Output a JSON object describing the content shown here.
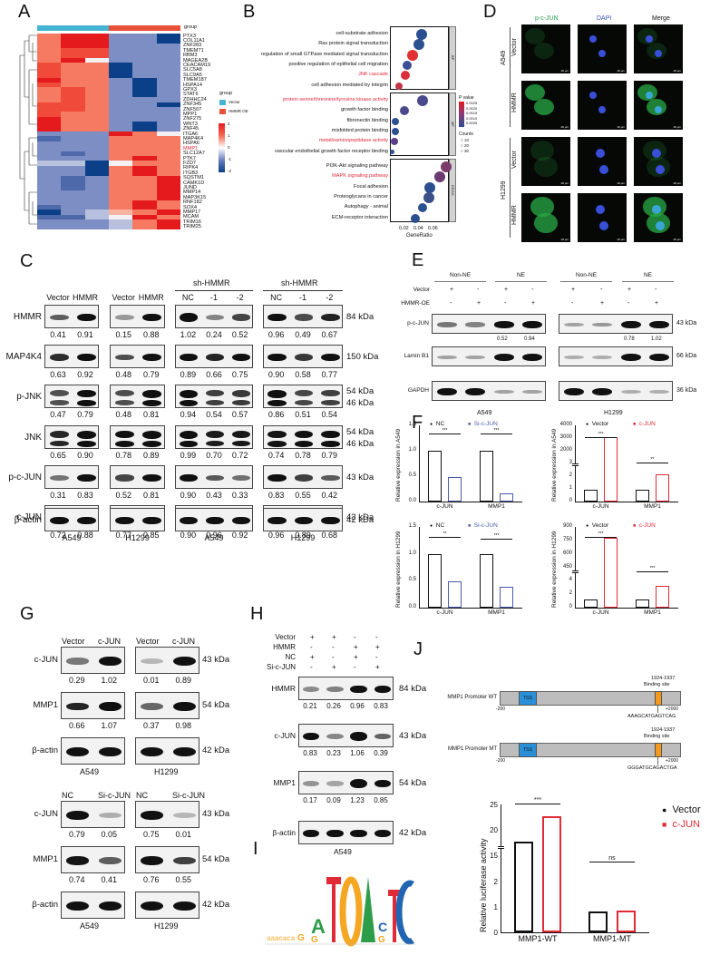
{
  "figure": {
    "panel_labels": [
      "A",
      "B",
      "C",
      "D",
      "E",
      "F",
      "G",
      "H",
      "I",
      "J"
    ]
  },
  "panelA": {
    "group_label": "group",
    "legend_title": "group",
    "legend_items": [
      {
        "label": "Vector",
        "color": "#45b4d3"
      },
      {
        "label": "HMMR OE",
        "color": "#e8503a"
      }
    ],
    "scale_ticks": [
      "2",
      "1",
      "0",
      "-1",
      "-2"
    ],
    "genes": [
      "PTX3",
      "COL11A1",
      "ZNF283",
      "TMEM71",
      "RBM3",
      "MAGEA2B",
      "CEACAM19",
      "SLC5A8",
      "SLC9A5",
      "TMEM187",
      "HSPA14",
      "GPX3",
      "STAT6",
      "ZDHHC24",
      "ZNF345",
      "ZNF507",
      "MPP1",
      "ZNF275",
      "WNT3",
      "ZNF45",
      "ITGA6",
      "MAP4K4",
      "HSPA6",
      "MMP1",
      "SLC12A7",
      "PTK7",
      "FZD7",
      "RIPK4",
      "ITGB3",
      "SQSTM1",
      "CAMK1D",
      "JUND",
      "MMP14",
      "MAP3K15",
      "RNF182",
      "SOX4",
      "MMP17",
      "MCAM",
      "TRIM16",
      "TRIM25"
    ],
    "highlight_gene": "MMP1"
  },
  "panelB": {
    "xlabel": "GeneRatio",
    "x_ticks": [
      "0.02",
      "0.04",
      "0.06"
    ],
    "facets": [
      "BP",
      "MF",
      "KEGG"
    ],
    "terms": [
      {
        "label": "cell-substrate adhesion",
        "facet": "BP",
        "x": 0.044,
        "size": 3,
        "color": "#2b4f8f",
        "red": false
      },
      {
        "label": "Ras protein signal transduction",
        "facet": "BP",
        "x": 0.04,
        "size": 3,
        "color": "#2b4f8f",
        "red": false
      },
      {
        "label": "regulation of small GTPase mediated signal transduction",
        "facet": "BP",
        "x": 0.03,
        "size": 3,
        "color": "#e23035",
        "red": false
      },
      {
        "label": "positive regulation of epithelial cell migration",
        "facet": "BP",
        "x": 0.023,
        "size": 2,
        "color": "#3a4e96",
        "red": false
      },
      {
        "label": "JNK cascade",
        "facet": "BP",
        "x": 0.02,
        "size": 2,
        "color": "#d92e3c",
        "red": true
      },
      {
        "label": "cell adhesion mediated by integrin",
        "facet": "BP",
        "x": 0.011,
        "size": 1,
        "color": "#c43645",
        "red": false
      },
      {
        "label": "protein serine/threonine/tyrosine kinase activity",
        "facet": "MF",
        "x": 0.045,
        "size": 3,
        "color": "#4a4a8c",
        "red": true
      },
      {
        "label": "growth factor binding",
        "facet": "MF",
        "x": 0.019,
        "size": 2,
        "color": "#4a4a8c",
        "red": false
      },
      {
        "label": "fibronectin binding",
        "facet": "MF",
        "x": 0.005,
        "size": 1,
        "color": "#2b4f8f",
        "red": false
      },
      {
        "label": "misfolded protein binding",
        "facet": "MF",
        "x": 0.005,
        "size": 1,
        "color": "#2b4f8f",
        "red": false
      },
      {
        "label": "metalloaminopeptidase activity",
        "facet": "MF",
        "x": 0.004,
        "size": 1,
        "color": "#5a3e8a",
        "red": true
      },
      {
        "label": "vascular endothelial growth factor receptor binding",
        "facet": "MF",
        "x": 0.001,
        "size": 0,
        "color": "#2b4f8f",
        "red": false
      },
      {
        "label": "PI3K-Akt signaling pathway",
        "facet": "KEGG",
        "x": 0.079,
        "size": 3,
        "color": "#7a3a6c",
        "red": false
      },
      {
        "label": "MAPK signaling pathway",
        "facet": "KEGG",
        "x": 0.07,
        "size": 3,
        "color": "#6a3a70",
        "red": true
      },
      {
        "label": "Focal adhesion",
        "facet": "KEGG",
        "x": 0.056,
        "size": 3,
        "color": "#2b4f8f",
        "red": false
      },
      {
        "label": "Proteoglycans in cancer",
        "facet": "KEGG",
        "x": 0.054,
        "size": 3,
        "color": "#3a4e88",
        "red": false
      },
      {
        "label": "Autophagy - animal",
        "facet": "KEGG",
        "x": 0.045,
        "size": 2,
        "color": "#2b4f8f",
        "red": false
      },
      {
        "label": "ECM-receptor interaction",
        "facet": "KEGG",
        "x": 0.035,
        "size": 2,
        "color": "#2b4f8f",
        "red": false
      }
    ],
    "pvalue_title": "P value",
    "pvalue_ticks": [
      "0.0025",
      "0.0020",
      "0.0015",
      "0.0010",
      "0.0005"
    ],
    "counts_title": "Counts",
    "counts_ticks": [
      "10",
      "20",
      "30"
    ]
  },
  "panelC": {
    "groups": [
      {
        "header": "",
        "lanes": [
          "Vector",
          "HMMR"
        ],
        "cell": "A549"
      },
      {
        "header": "",
        "lanes": [
          "Vector",
          "HMMR"
        ],
        "cell": "H1299"
      },
      {
        "header": "sh-HMMR",
        "lanes": [
          "NC",
          "-1",
          "-2"
        ],
        "cell": "A549"
      },
      {
        "header": "sh-HMMR",
        "lanes": [
          "NC",
          "-1",
          "-2"
        ],
        "cell": "H1299"
      }
    ],
    "rows": [
      {
        "label": "HMMR",
        "kda": "84 kDa",
        "q": [
          [
            "0.41",
            "0.91"
          ],
          [
            "0.15",
            "0.88"
          ],
          [
            "1.02",
            "0.24",
            "0.52"
          ],
          [
            "0.96",
            "0.49",
            "0.67"
          ]
        ]
      },
      {
        "label": "MAP4K4",
        "kda": "150 kDa",
        "q": [
          [
            "0.63",
            "0.92"
          ],
          [
            "0.48",
            "0.79"
          ],
          [
            "0.89",
            "0.66",
            "0.75"
          ],
          [
            "0.90",
            "0.58",
            "0.77"
          ]
        ]
      },
      {
        "label": "p-JNK",
        "kda": "54 kDa",
        "kda2": "46 kDa",
        "q": [
          [
            "0.47",
            "0.79"
          ],
          [
            "0.48",
            "0.81"
          ],
          [
            "0.94",
            "0.54",
            "0.57"
          ],
          [
            "0.86",
            "0.51",
            "0.54"
          ]
        ]
      },
      {
        "label": "JNK",
        "kda": "54 kDa",
        "kda2": "46 kDa",
        "q": [
          [
            "0.65",
            "0.90"
          ],
          [
            "0.78",
            "0.89"
          ],
          [
            "0.99",
            "0.70",
            "0.72"
          ],
          [
            "0.74",
            "0.78",
            "0.79"
          ]
        ]
      },
      {
        "label": "p-c-JUN",
        "kda": "43 kDa",
        "q": [
          [
            "0.31",
            "0.83"
          ],
          [
            "0.52",
            "0.81"
          ],
          [
            "0.90",
            "0.43",
            "0.33"
          ],
          [
            "0.83",
            "0.55",
            "0.42"
          ]
        ]
      },
      {
        "label": "c-JUN",
        "kda": "43 kDa",
        "q": [
          [
            "0.72",
            "0.88"
          ],
          [
            "0.77",
            "0.85"
          ],
          [
            "0.90",
            "0.96",
            "0.92"
          ],
          [
            "0.96",
            "0.89",
            "0.68"
          ]
        ]
      },
      {
        "label": "β-actin",
        "kda": "42 kDa",
        "q": []
      }
    ]
  },
  "panelD": {
    "columns": [
      {
        "label": "p-c-JUN",
        "color": "#2a9d4a"
      },
      {
        "label": "DAPI",
        "color": "#3a4fc4"
      },
      {
        "label": "Merge",
        "color": "#222"
      }
    ],
    "cell_lines": [
      "A549",
      "H1299"
    ],
    "rows": [
      "Vector",
      "HMMR"
    ],
    "scale": "20 µm"
  },
  "panelE": {
    "fractions": [
      "Non-NE",
      "NE",
      "Non-NE",
      "NE"
    ],
    "vector_row": {
      "label": "Vector",
      "values": [
        "+",
        "-",
        "+",
        "-",
        "+",
        "-",
        "+",
        "-"
      ]
    },
    "hmmr_row": {
      "label": "HMMR-OE",
      "values": [
        "-",
        "+",
        "-",
        "+",
        "-",
        "+",
        "-",
        "+"
      ]
    },
    "blots": [
      {
        "label": "p-c-JUN",
        "kda": "43 kDa"
      },
      {
        "label": "Lamin B1",
        "kda": "66 kDa"
      },
      {
        "label": "GAPDH",
        "kda": "36 kDa"
      }
    ],
    "quant": [
      "0.52",
      "0.94",
      "0.78",
      "1.02"
    ],
    "cells": [
      "A549",
      "H1299"
    ]
  },
  "chart_data": [
    {
      "type": "bar",
      "title": "F top-left",
      "ylabel": "Relative expression in A549",
      "categories": [
        "c-JUN",
        "MMP1"
      ],
      "series": [
        {
          "name": "NC",
          "values": [
            1.0,
            1.0
          ],
          "color": "#111111"
        },
        {
          "name": "Si-c-JUN",
          "values": [
            0.49,
            0.17
          ],
          "color": "#4a5aa8"
        }
      ],
      "ylim": [
        0,
        1.5
      ],
      "yticks": [
        "0.0",
        "0.5",
        "1.0",
        "1.5"
      ],
      "significance": [
        "***",
        "***"
      ]
    },
    {
      "type": "bar",
      "title": "F top-right",
      "ylabel": "Relative expression in A549",
      "categories": [
        "c-JUN",
        "MMP1"
      ],
      "series": [
        {
          "name": "Vector",
          "values": [
            1.0,
            1.0
          ],
          "color": "#111111"
        },
        {
          "name": "c-JUN",
          "values": [
            3100,
            2.2
          ],
          "color": "#e02a36"
        }
      ],
      "yticks": [
        "0",
        "1",
        "2",
        "3",
        "2000",
        "3000",
        "4000"
      ],
      "broken_axis": true,
      "significance": [
        "***",
        "**"
      ]
    },
    {
      "type": "bar",
      "title": "F bottom-left",
      "ylabel": "Relative expression in H1299",
      "categories": [
        "c-JUN",
        "MMP1"
      ],
      "series": [
        {
          "name": "NC",
          "values": [
            1.0,
            1.0
          ],
          "color": "#111111"
        },
        {
          "name": "Si-c-JUN",
          "values": [
            0.49,
            0.39
          ],
          "color": "#4a5aa8"
        }
      ],
      "ylim": [
        0,
        1.5
      ],
      "yticks": [
        "0.0",
        "0.5",
        "1.0",
        "1.5"
      ],
      "significance": [
        "**",
        "***"
      ]
    },
    {
      "type": "bar",
      "title": "F bottom-right",
      "ylabel": "Relative expression in H1299",
      "categories": [
        "c-JUN",
        "MMP1"
      ],
      "series": [
        {
          "name": "Vector",
          "values": [
            1.0,
            1.0
          ],
          "color": "#111111"
        },
        {
          "name": "c-JUN",
          "values": [
            590,
            2.6
          ],
          "color": "#e02a36"
        }
      ],
      "yticks": [
        "0",
        "2",
        "4",
        "450",
        "600",
        "750",
        "900"
      ],
      "broken_axis": true,
      "significance": [
        "***",
        "***"
      ]
    },
    {
      "type": "bar",
      "title": "J luciferase",
      "ylabel": "Relative luciferase activity",
      "categories": [
        "MMP1-WT",
        "MMP1-MT"
      ],
      "series": [
        {
          "name": "Vector",
          "values": [
            17.0,
            1.47
          ],
          "color": "#111111"
        },
        {
          "name": "c-JUN",
          "values": [
            22.0,
            1.55
          ],
          "color": "#e02a36"
        }
      ],
      "yticks": [
        "0",
        "1",
        "2",
        "15",
        "20",
        "25"
      ],
      "broken_axis": true,
      "significance": [
        "***",
        "ns"
      ]
    }
  ],
  "panelF": {
    "xcats": [
      "c-JUN",
      "MMP1"
    ]
  },
  "panelG": {
    "top": {
      "lanes": [
        "Vector",
        "c-JUN"
      ],
      "rows": [
        {
          "label": "c-JUN",
          "kda": "43 kDa",
          "q": [
            [
              "0.29",
              "1.02"
            ],
            [
              "0.01",
              "0.89"
            ]
          ]
        },
        {
          "label": "MMP1",
          "kda": "54 kDa",
          "q": [
            [
              "0.66",
              "1.07"
            ],
            [
              "0.37",
              "0.98"
            ]
          ]
        },
        {
          "label": "β-actin",
          "kda": "42 kDa",
          "q": []
        }
      ]
    },
    "bottom": {
      "lanes": [
        "NC",
        "Si-c-JUN"
      ],
      "rows": [
        {
          "label": "c-JUN",
          "kda": "43 kDa",
          "q": [
            [
              "0.79",
              "0.05"
            ],
            [
              "0.75",
              "0.01"
            ]
          ]
        },
        {
          "label": "MMP1",
          "kda": "54 kDa",
          "q": [
            [
              "0.74",
              "0.41"
            ],
            [
              "0.76",
              "0.55"
            ]
          ]
        },
        {
          "label": "β-actin",
          "kda": "42 kDa",
          "q": []
        }
      ]
    },
    "cells": [
      "A549",
      "H1299"
    ]
  },
  "panelH": {
    "conditions": [
      {
        "label": "Vector",
        "values": [
          "+",
          "+",
          "-",
          "-"
        ]
      },
      {
        "label": "HMMR",
        "values": [
          "-",
          "-",
          "+",
          "+"
        ]
      },
      {
        "label": "NC",
        "values": [
          "+",
          "-",
          "+",
          "-"
        ]
      },
      {
        "label": "Si-c-JUN",
        "values": [
          "-",
          "+",
          "-",
          "+"
        ]
      }
    ],
    "rows": [
      {
        "label": "HMMR",
        "kda": "84 kDa",
        "q": [
          "0.21",
          "0.26",
          "0.96",
          "0.83"
        ]
      },
      {
        "label": "c-JUN",
        "kda": "43 kDa",
        "q": [
          "0.83",
          "0.23",
          "1.06",
          "0.39"
        ]
      },
      {
        "label": "MMP1",
        "kda": "54 kDa",
        "q": [
          "0.17",
          "0.09",
          "1.23",
          "0.85"
        ]
      },
      {
        "label": "β-actin",
        "kda": "42 kDa",
        "q": []
      }
    ],
    "cell": "A549"
  },
  "panelI": {
    "motif": [
      "A",
      "T",
      "G",
      "A",
      "C",
      "T",
      "C",
      "A",
      "T"
    ]
  },
  "panelJ": {
    "constructs": [
      {
        "label": "MMP1 Promoter WT",
        "sequence": "AAAGCATGAGTCAG"
      },
      {
        "label": "MMP1 Promoter MT",
        "sequence": "GGGATGCAGACTGA"
      }
    ],
    "tss": "TSS",
    "site_label": "1924-1937",
    "site_label2": "Binding site",
    "start": "-200",
    "end": "+2000",
    "legend": [
      "Vector",
      "c-JUN"
    ]
  }
}
